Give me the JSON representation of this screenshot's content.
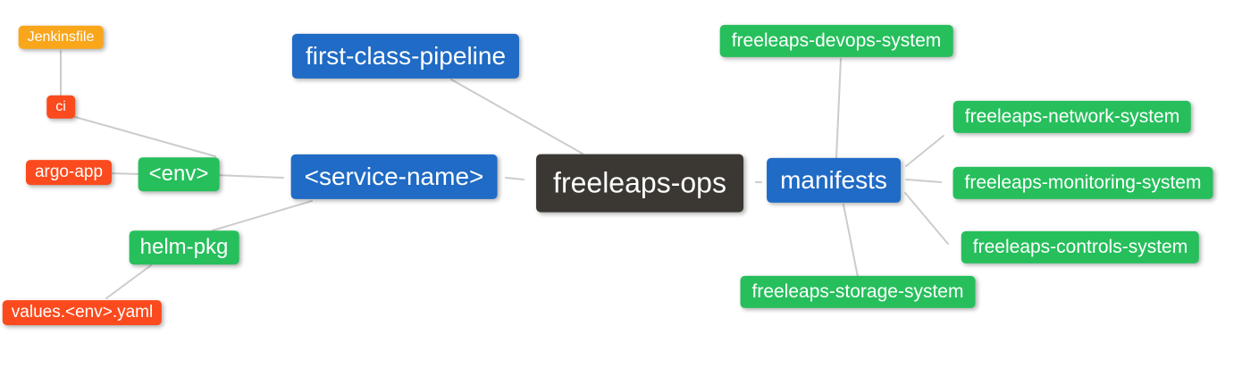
{
  "diagram": {
    "kind": "mind-map",
    "background": "#ffffff",
    "edge_color": "#cccccc",
    "text_color": "#ffffff"
  },
  "palette": {
    "root": "#3b3733",
    "branch_blue": "#1f6bc5",
    "leaf_green": "#26bf5c",
    "leaf_red": "#fb4a1d",
    "leaf_orange": "#f9a61b"
  },
  "nodes": [
    {
      "id": "freeleaps-ops",
      "label": "freeleaps-ops"
    },
    {
      "id": "first-class-pipeline",
      "label": "first-class-pipeline"
    },
    {
      "id": "service-name",
      "label": "<service-name>"
    },
    {
      "id": "manifests",
      "label": "manifests"
    },
    {
      "id": "env",
      "label": "<env>"
    },
    {
      "id": "helm-pkg",
      "label": "helm-pkg"
    },
    {
      "id": "ci",
      "label": "ci"
    },
    {
      "id": "jenkinsfile",
      "label": "Jenkinsfile"
    },
    {
      "id": "argo-app",
      "label": "argo-app"
    },
    {
      "id": "values-env-yaml",
      "label": "values.<env>.yaml"
    },
    {
      "id": "freeleaps-devops-system",
      "label": "freeleaps-devops-system"
    },
    {
      "id": "freeleaps-network-system",
      "label": "freeleaps-network-system"
    },
    {
      "id": "freeleaps-monitoring-system",
      "label": "freeleaps-monitoring-system"
    },
    {
      "id": "freeleaps-controls-system",
      "label": "freeleaps-controls-system"
    },
    {
      "id": "freeleaps-storage-system",
      "label": "freeleaps-storage-system"
    }
  ],
  "edges": [
    {
      "from": "jenkinsfile",
      "to": "ci"
    },
    {
      "from": "ci",
      "to": "env"
    },
    {
      "from": "argo-app",
      "to": "env"
    },
    {
      "from": "env",
      "to": "service-name"
    },
    {
      "from": "helm-pkg",
      "to": "service-name"
    },
    {
      "from": "values-env-yaml",
      "to": "helm-pkg"
    },
    {
      "from": "first-class-pipeline",
      "to": "freeleaps-ops"
    },
    {
      "from": "service-name",
      "to": "freeleaps-ops"
    },
    {
      "from": "freeleaps-ops",
      "to": "manifests"
    },
    {
      "from": "freeleaps-devops-system",
      "to": "manifests"
    },
    {
      "from": "manifests",
      "to": "freeleaps-network-system"
    },
    {
      "from": "manifests",
      "to": "freeleaps-monitoring-system"
    },
    {
      "from": "manifests",
      "to": "freeleaps-controls-system"
    },
    {
      "from": "manifests",
      "to": "freeleaps-storage-system"
    }
  ]
}
